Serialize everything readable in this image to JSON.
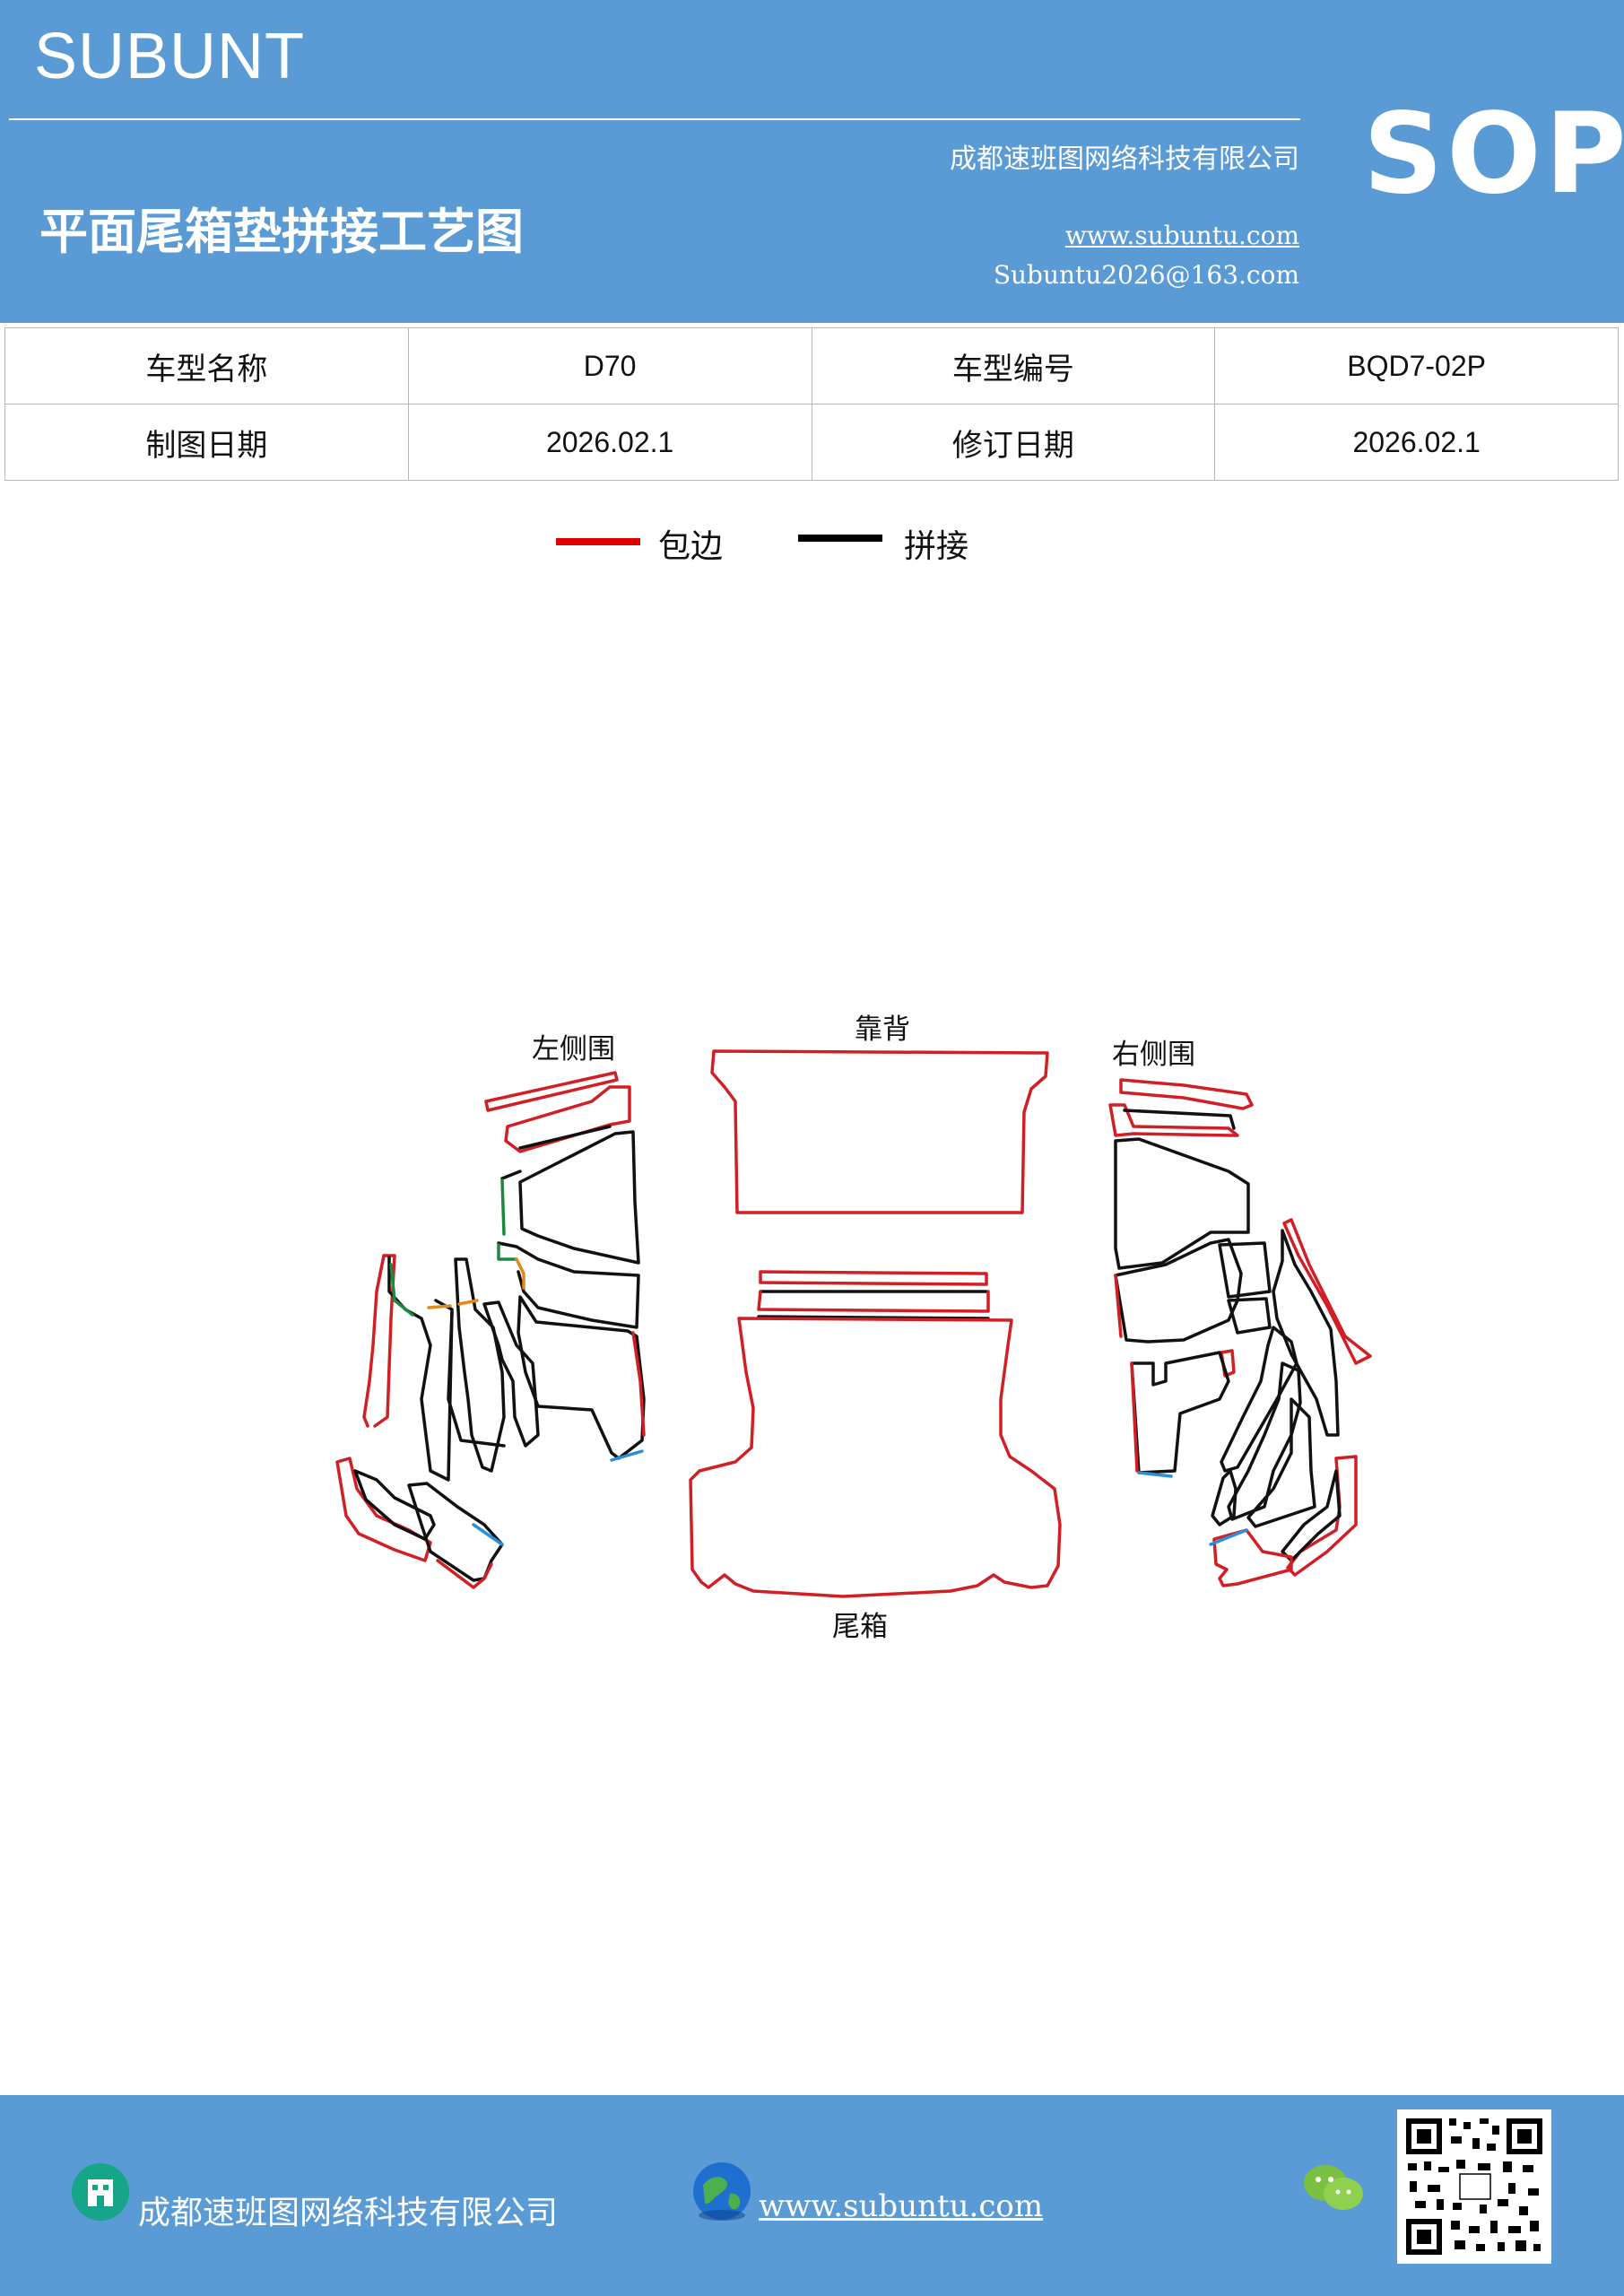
{
  "header": {
    "brand": "SUBUNT",
    "sop_mark": "SOP",
    "company": "成都速班图网络科技有限公司",
    "title": "平面尾箱垫拼接工艺图",
    "website": "www.subuntu.com",
    "email": "Subuntu2026@163.com",
    "background_color": "#5b9bd5"
  },
  "info_table": {
    "rows": [
      [
        "车型名称",
        "D70",
        "车型编号",
        "BQD7-02P"
      ],
      [
        "制图日期",
        "2026.02.1",
        "修订日期",
        "2026.02.1"
      ]
    ]
  },
  "legend": [
    {
      "label": "包边",
      "color": "#e00000"
    },
    {
      "label": "拼接",
      "color": "#000000"
    }
  ],
  "diagram": {
    "labels": {
      "left_side": "左侧围",
      "back_rest": "靠背",
      "right_side": "右侧围",
      "trunk": "尾箱"
    },
    "colors": {
      "edge": "#d11f26",
      "seam": "#111111",
      "accent_green": "#1a8a3c",
      "accent_orange": "#e08a1e",
      "accent_blue": "#2a8fd6"
    }
  },
  "footer": {
    "company": "成都速班图网络科技有限公司",
    "website": "www.subuntu.com",
    "icons": [
      "building-icon",
      "globe-icon",
      "wechat-icon",
      "qr-code"
    ]
  }
}
